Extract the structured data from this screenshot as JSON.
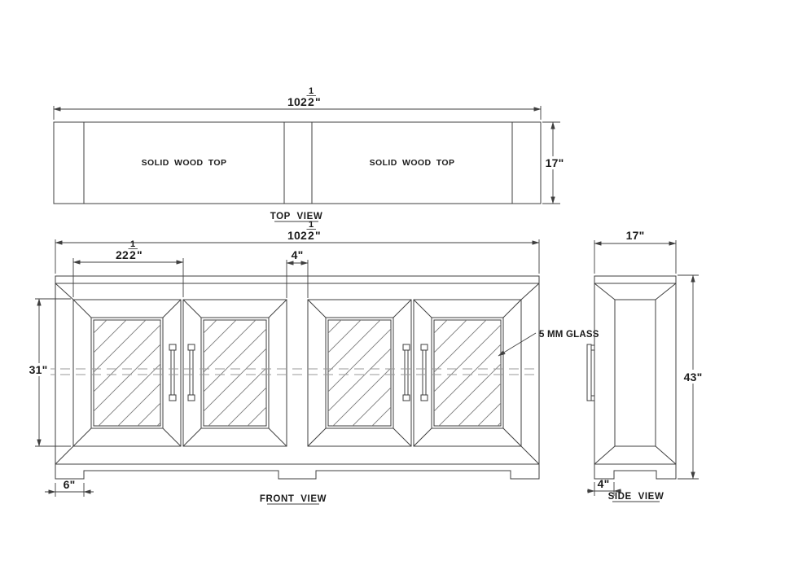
{
  "views": {
    "top": {
      "label": "TOP VIEW"
    },
    "front": {
      "label": "FRONT VIEW"
    },
    "side": {
      "label": "SIDE VIEW"
    }
  },
  "notes": {
    "wood_left": "SOLID WOOD TOP",
    "wood_right": "SOLID WOOD TOP",
    "glass": "5 MM GLASS"
  },
  "dims": {
    "overall_top": {
      "whole": "102",
      "num": "1",
      "den": "2",
      "unit": "\""
    },
    "overall_front": {
      "whole": "102",
      "num": "1",
      "den": "2",
      "unit": "\""
    },
    "door_width": {
      "whole": "22",
      "num": "1",
      "den": "2",
      "unit": "\""
    },
    "center_gap": "4\"",
    "depth_top": "17\"",
    "depth_side": "17\"",
    "door_height": "31\"",
    "overall_height": "43\"",
    "front_foot": "6\"",
    "side_foot": "4\""
  },
  "colors": {
    "line": "#3f3f3f",
    "hatch": "#7a7a7a",
    "hidden_line": "#9a9a9a",
    "text": "#1c1c1c"
  }
}
